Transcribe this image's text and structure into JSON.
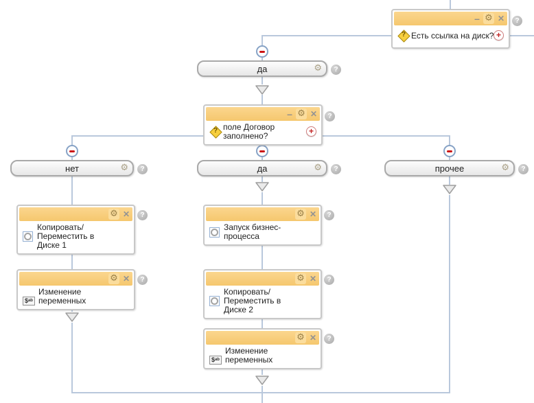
{
  "chrome": {
    "minimize_glyph": "–",
    "gear_glyph": "⚙",
    "close_glyph": "✕",
    "help_glyph": "?",
    "add_branch_glyph": "+",
    "condition_icon_glyph": "?",
    "vars_icon_glyph": "$ᵃᵇ"
  },
  "colors": {
    "block_header": "#f6c96f",
    "connector_line": "#b9c8dc",
    "collapse_minus_red": "#cc1414",
    "add_plus_red": "#c32222"
  },
  "nodes": {
    "condition_disk": {
      "title": "Есть ссылка на диск?"
    },
    "branch_yes_top": {
      "label": "да"
    },
    "condition_contract": {
      "line1": "поле Договор",
      "line2": "заполнено?"
    },
    "branch_no": {
      "label": "нет"
    },
    "branch_yes": {
      "label": "да"
    },
    "branch_other": {
      "label": "прочее"
    },
    "task_copy_disk1": {
      "line1": "Копировать/Переместить в",
      "line2": "Диске 1"
    },
    "task_vars_left": {
      "title": "Изменение переменных"
    },
    "task_start_bp": {
      "title": "Запуск бизнес-процесса"
    },
    "task_copy_disk2": {
      "line1": "Копировать/Переместить в",
      "line2": "Диске 2"
    },
    "task_vars_mid": {
      "title": "Изменение переменных"
    }
  }
}
